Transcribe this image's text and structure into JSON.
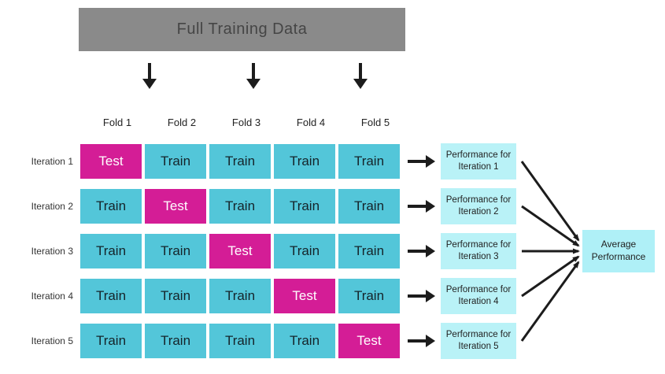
{
  "title_box": {
    "label": "Full Training Data"
  },
  "colors": {
    "title_bg": "#8a8a8a",
    "title_text": "#454545",
    "train": "#53c6d9",
    "test": "#d41d96",
    "performance_bg": "#b9f2f7",
    "average_bg": "#aff0f7",
    "arrow": "#1c1c1c"
  },
  "fold_headers": [
    "Fold 1",
    "Fold 2",
    "Fold 3",
    "Fold 4",
    "Fold 5"
  ],
  "iterations": [
    {
      "label": "Iteration 1",
      "cells": [
        "Test",
        "Train",
        "Train",
        "Train",
        "Train"
      ],
      "performance": "Performance for Iteration 1"
    },
    {
      "label": "Iteration 2",
      "cells": [
        "Train",
        "Test",
        "Train",
        "Train",
        "Train"
      ],
      "performance": "Performance for Iteration 2"
    },
    {
      "label": "Iteration 3",
      "cells": [
        "Train",
        "Train",
        "Test",
        "Train",
        "Train"
      ],
      "performance": "Performance for Iteration 3"
    },
    {
      "label": "Iteration 4",
      "cells": [
        "Train",
        "Train",
        "Train",
        "Test",
        "Train"
      ],
      "performance": "Performance for Iteration 4"
    },
    {
      "label": "Iteration 5",
      "cells": [
        "Train",
        "Train",
        "Train",
        "Train",
        "Test"
      ],
      "performance": "Performance for Iteration 5"
    }
  ],
  "average_box": {
    "label": "Average Performance"
  }
}
